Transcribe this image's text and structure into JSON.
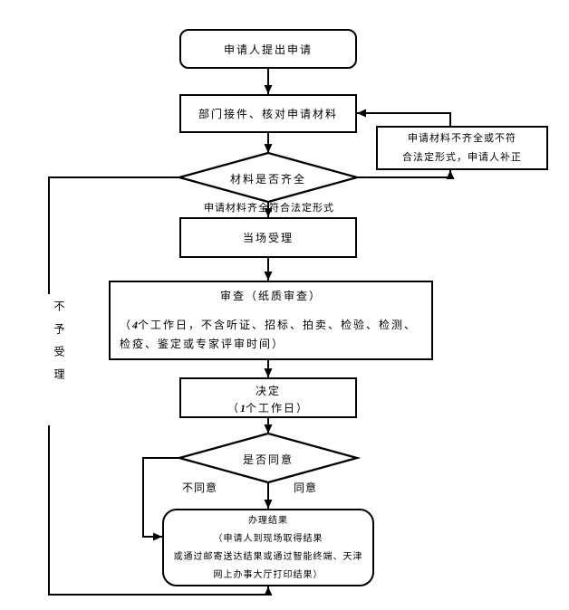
{
  "flowchart": {
    "background_color": "#ffffff",
    "line_color": "#000000",
    "nodes": {
      "apply": {
        "label": "申请人提出申请"
      },
      "receive": {
        "label": "部门接件、核对申请材料"
      },
      "material_check": {
        "label": "材料是否齐全"
      },
      "correct": {
        "line1": "申请材料不齐全或不符",
        "line2": "合法定形式，申请人补正"
      },
      "accept": {
        "label": "当场受理"
      },
      "review": {
        "title": "审查（纸质审查）",
        "detail_open": "（",
        "detail_days": "4",
        "detail_rest1": "个工作日，不含听证、招标、拍卖、检验、检测、",
        "detail_rest2": "检疫、鉴定或专家评审时间）"
      },
      "decide": {
        "label": "决定",
        "duration_open": "（",
        "duration_days": "1",
        "duration_rest": "个工作日）"
      },
      "agree_check": {
        "label": "是否同意"
      },
      "result": {
        "line1": "办理结果",
        "line2": "（申请人到现场取得结果",
        "line3": "或通过邮寄送达结果或通过智能终端、天津",
        "line4": "网上办事大厅打印结果）"
      }
    },
    "edge_labels": {
      "complete": "申请材料齐全符合法定形式",
      "not_accepted": "不予受理",
      "disagree": "不同意",
      "agree": "同意"
    }
  }
}
